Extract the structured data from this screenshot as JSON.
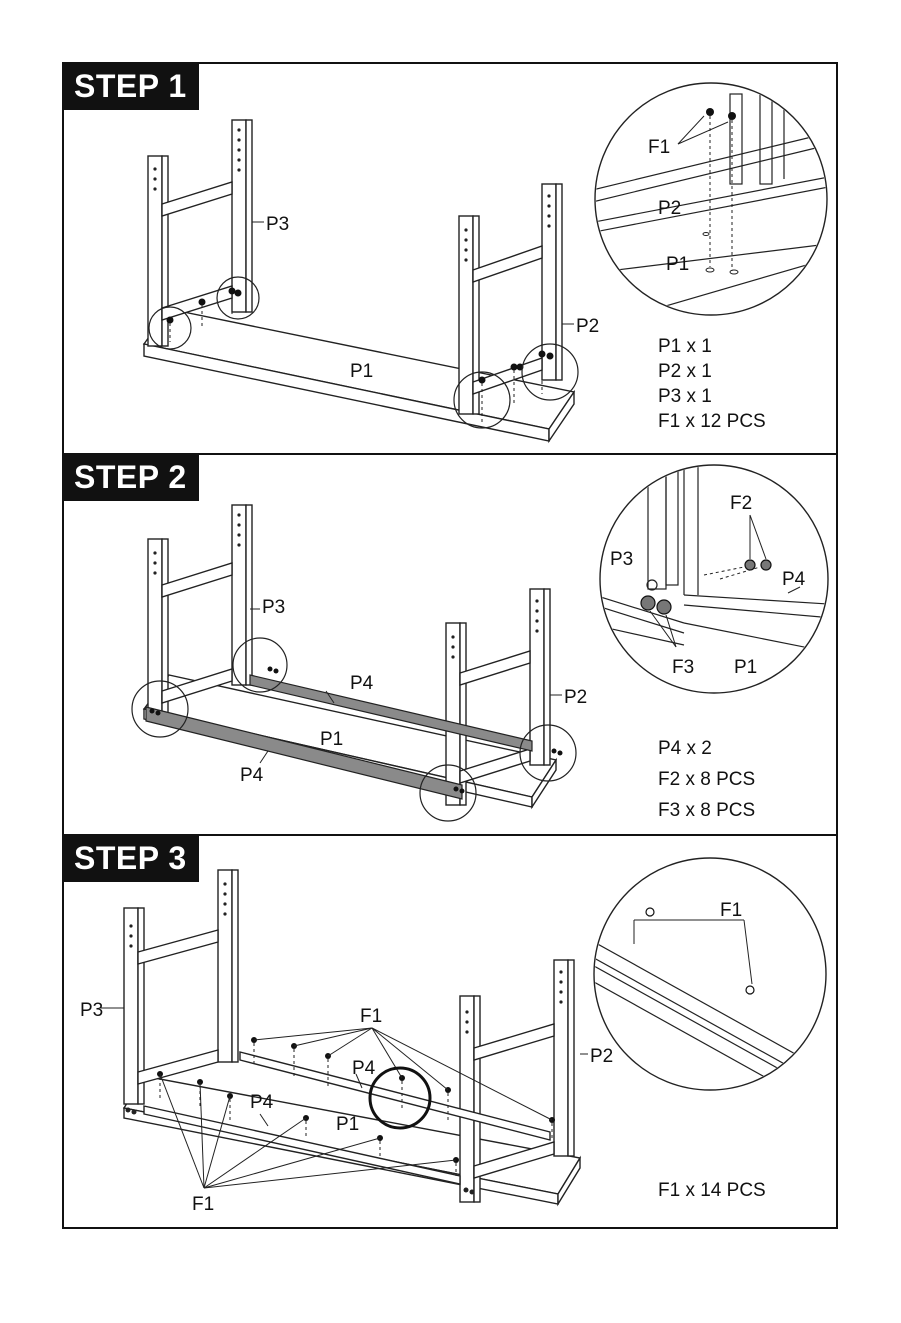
{
  "steps": [
    {
      "badge": "STEP 1",
      "labels": {
        "f1": "F1",
        "p1": "P1",
        "p2": "P2",
        "p3": "P3"
      },
      "detail": {
        "f1": "F1",
        "p2": "P2",
        "p1": "P1"
      },
      "legend": [
        "P1 x 1",
        "P2 x 1",
        "P3 x 1",
        "F1 x 12 PCS"
      ]
    },
    {
      "badge": "STEP 2",
      "labels": {
        "p1": "P1",
        "p2": "P2",
        "p3": "P3",
        "p4_top": "P4",
        "p4_bottom": "P4"
      },
      "detail": {
        "f2": "F2",
        "p3": "P3",
        "p4": "P4",
        "f3": "F3",
        "p1": "P1"
      },
      "legend": [
        "P4 x 2",
        "F2 x 8 PCS",
        "F3 x 8 PCS"
      ]
    },
    {
      "badge": "STEP 3",
      "labels": {
        "p1": "P1",
        "p2": "P2",
        "p3": "P3",
        "p4_back": "P4",
        "p4_front": "P4",
        "f1_top": "F1",
        "f1_bottom": "F1"
      },
      "detail": {
        "f1": "F1"
      },
      "legend": [
        "F1 x 14 PCS"
      ]
    }
  ]
}
